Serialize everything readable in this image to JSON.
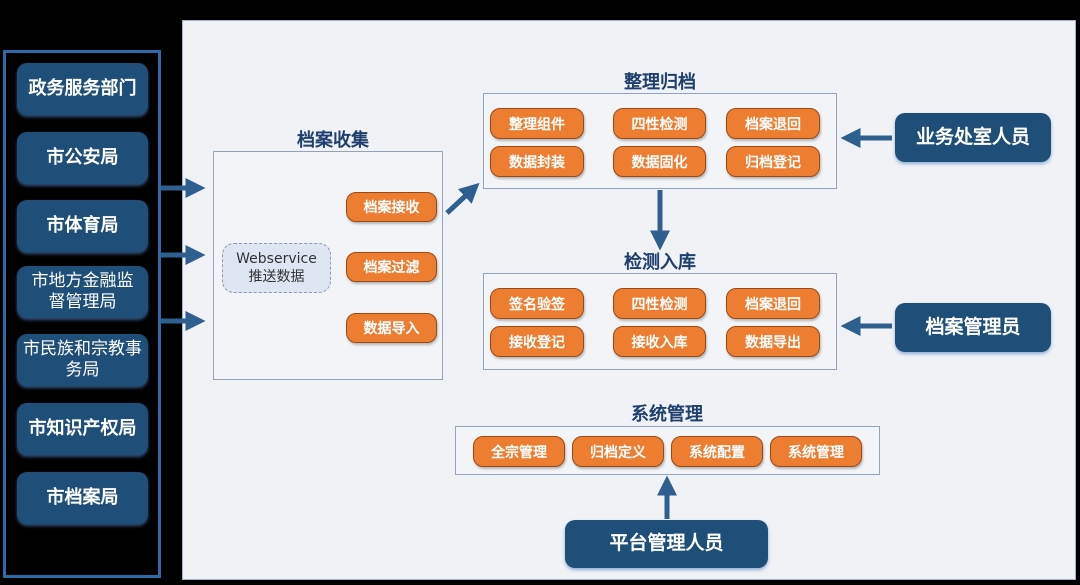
{
  "departments": [
    "政务服务部门",
    "市公安局",
    "市体育局",
    "市地方金融监督管理局",
    "市民族和宗教事务局",
    "市知识产权局",
    "市档案局"
  ],
  "collection": {
    "title": "档案收集",
    "webservice": {
      "line1": "Webservice",
      "line2": "推送数据"
    },
    "items": [
      "档案接收",
      "档案过滤",
      "数据导入"
    ]
  },
  "archiving": {
    "title": "整理归档",
    "items": [
      "整理组件",
      "四性检测",
      "档案退回",
      "数据封装",
      "数据固化",
      "归档登记"
    ]
  },
  "storage": {
    "title": "检测入库",
    "items": [
      "签名验签",
      "四性检测",
      "档案退回",
      "接收登记",
      "接收入库",
      "数据导出"
    ]
  },
  "system": {
    "title": "系统管理",
    "items": [
      "全宗管理",
      "归档定义",
      "系统配置",
      "系统管理"
    ]
  },
  "roles": {
    "business": "业务处室人员",
    "archivist": "档案管理员",
    "platform": "平台管理人员"
  },
  "colors": {
    "navy": "#1f4e79",
    "orange": "#ed7d31",
    "arrow": "#2e5f8e"
  }
}
